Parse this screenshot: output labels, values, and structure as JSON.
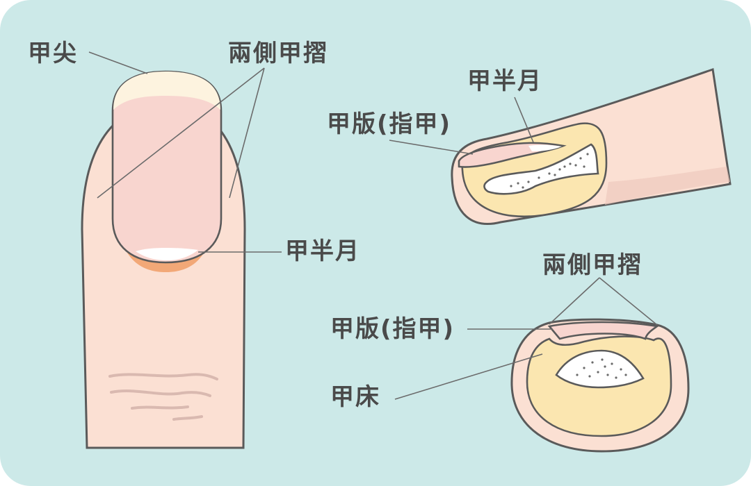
{
  "labels": {
    "nail_tip": "甲尖",
    "lateral_folds_top": "兩側甲摺",
    "lunula_front": "甲半月",
    "lunula_side": "甲半月",
    "nail_plate_side": "甲版(指甲)",
    "lateral_folds_cross": "兩側甲摺",
    "nail_plate_cross": "甲版(指甲)",
    "nail_bed": "甲床"
  },
  "colors": {
    "background": "#cce9e8",
    "skin": "#fbe0d3",
    "nail_pink": "#f8d5cf",
    "nail_tip_cream": "#fdf3df",
    "lunula_orange": "#f2a877",
    "flesh_yellow": "#fbe6b0",
    "outline": "#5a5a5a",
    "text": "#4a4a4a"
  }
}
